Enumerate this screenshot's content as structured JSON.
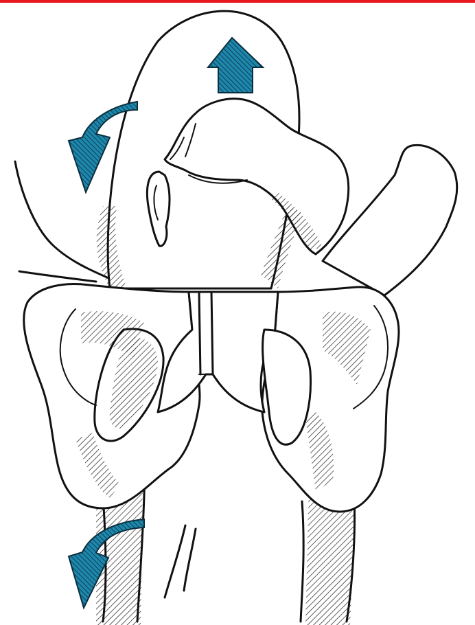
{
  "colors": {
    "top_rule": "#e8171f",
    "arrow_fill": "#1d87ad",
    "arrow_stripe": "#0b2e3c",
    "line": "#111111",
    "background": "#ffffff"
  },
  "arrows": [
    {
      "name": "up-arrow",
      "direction": "up"
    },
    {
      "name": "curved-arrow-upper-left",
      "direction": "rotate-left"
    },
    {
      "name": "curved-arrow-lower-left",
      "direction": "rotate-left"
    }
  ]
}
